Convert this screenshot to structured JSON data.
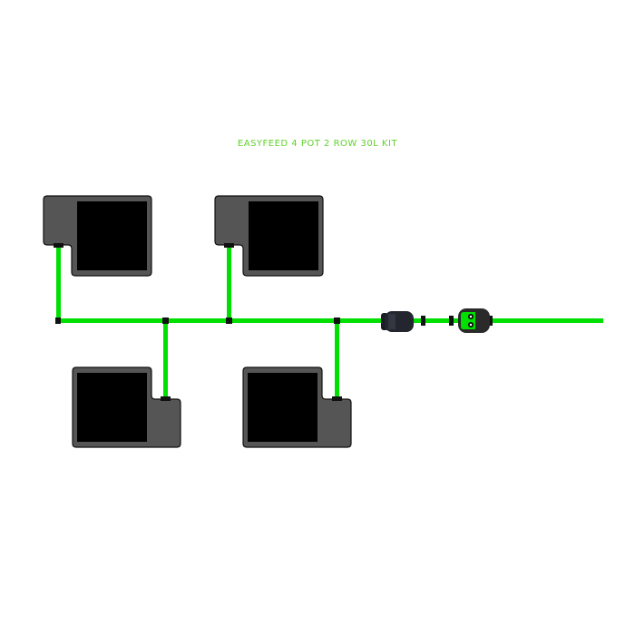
{
  "title": "EASYFEED 4 POT 2 ROW 30L KIT",
  "colors": {
    "pipe": "#00e000",
    "pot_frame": "#555555",
    "pot_inner": "#000000",
    "title": "#5fd12a"
  },
  "components": {
    "pots": 4,
    "rows": 2,
    "items": [
      "pot-top-1",
      "pot-top-2",
      "pot-bottom-1",
      "pot-bottom-2",
      "filter",
      "valve-timer"
    ]
  }
}
